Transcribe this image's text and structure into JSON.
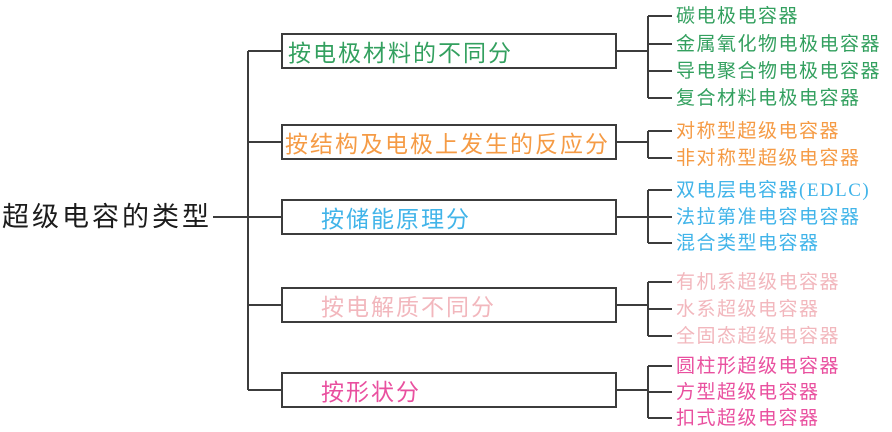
{
  "root": {
    "label": "超级电容的类型"
  },
  "colors": {
    "line": "#3c3c3c",
    "text_root": "#1c1c1c",
    "electrode_material": "#33a05f",
    "structure_reaction": "#f59b45",
    "energy_storage": "#41b4e9",
    "electrolyte": "#f2b7bd",
    "shape": "#e9509f"
  },
  "branches": [
    {
      "label": "按电极材料的不同分",
      "color_key": "electrode_material",
      "leaves": [
        "碳电极电容器",
        "金属氧化物电极电容器",
        "导电聚合物电极电容器",
        "复合材料电极电容器"
      ]
    },
    {
      "label": "按结构及电极上发生的反应分",
      "color_key": "structure_reaction",
      "leaves": [
        "对称型超级电容器",
        "非对称型超级电容器"
      ]
    },
    {
      "label": "按储能原理分",
      "color_key": "energy_storage",
      "leaves": [
        "双电层电容器(EDLC)",
        "法拉第准电容电容器",
        "混合类型电容器"
      ]
    },
    {
      "label": "按电解质不同分",
      "color_key": "electrolyte",
      "leaves": [
        "有机系超级电容器",
        "水系超级电容器",
        "全固态超级电容器"
      ]
    },
    {
      "label": "按形状分",
      "color_key": "shape",
      "leaves": [
        "圆柱形超级电容器",
        "方型超级电容器",
        "扣式超级电容器"
      ]
    }
  ]
}
